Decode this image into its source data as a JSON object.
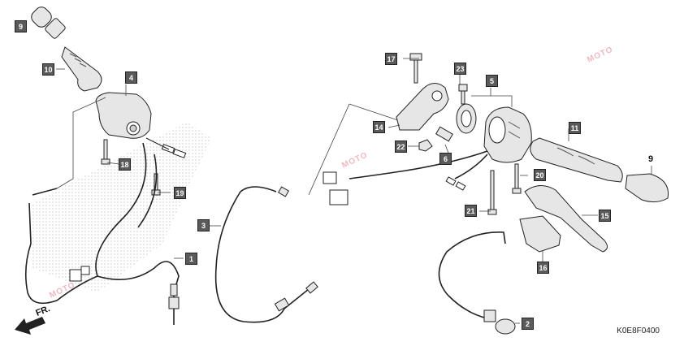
{
  "diagram": {
    "ref_code": "K0E8F0400",
    "front_label": "FR.",
    "watermark": "MOTO",
    "callouts": [
      {
        "id": "c9",
        "label": "9"
      },
      {
        "id": "c10",
        "label": "10"
      },
      {
        "id": "c4",
        "label": "4"
      },
      {
        "id": "c18",
        "label": "18"
      },
      {
        "id": "c19",
        "label": "19"
      },
      {
        "id": "c1",
        "label": "1"
      },
      {
        "id": "c3",
        "label": "3"
      },
      {
        "id": "c17",
        "label": "17"
      },
      {
        "id": "c23",
        "label": "23"
      },
      {
        "id": "c5",
        "label": "5"
      },
      {
        "id": "c14",
        "label": "14"
      },
      {
        "id": "c22",
        "label": "22"
      },
      {
        "id": "c6",
        "label": "6"
      },
      {
        "id": "c11",
        "label": "11"
      },
      {
        "id": "c20",
        "label": "20"
      },
      {
        "id": "c21",
        "label": "21"
      },
      {
        "id": "c15",
        "label": "15"
      },
      {
        "id": "c16",
        "label": "16"
      },
      {
        "id": "c2",
        "label": "2"
      }
    ],
    "plain_label": "9",
    "colors": {
      "callout_fill": "#5a5a5a",
      "line": "#222222",
      "part_fill": "#e6e6e6",
      "watermark": "#f0b8c0"
    }
  }
}
